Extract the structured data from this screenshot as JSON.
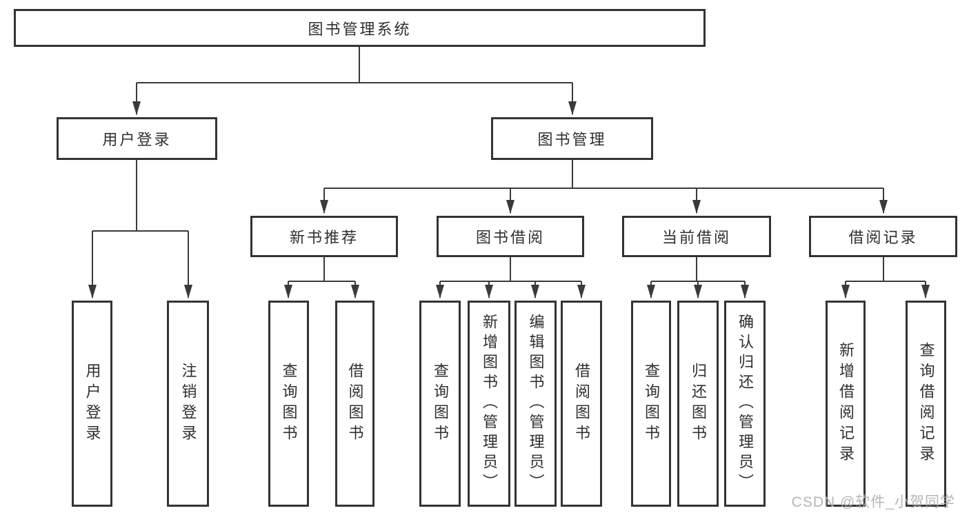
{
  "tree": {
    "label": "图书管理系统",
    "children": [
      {
        "label": "用户登录",
        "children": [
          {
            "label": "用户登录"
          },
          {
            "label": "注销登录"
          }
        ]
      },
      {
        "label": "图书管理",
        "children": [
          {
            "label": "新书推荐",
            "children": [
              {
                "label": "查询图书"
              },
              {
                "label": "借阅图书"
              }
            ]
          },
          {
            "label": "图书借阅",
            "children": [
              {
                "label": "查询图书"
              },
              {
                "label": "新增图书（管理员）"
              },
              {
                "label": "编辑图书（管理员）"
              },
              {
                "label": "借阅图书"
              }
            ]
          },
          {
            "label": "当前借阅",
            "children": [
              {
                "label": "查询图书"
              },
              {
                "label": "归还图书"
              },
              {
                "label": "确认归还（管理员）"
              }
            ]
          },
          {
            "label": "借阅记录",
            "children": [
              {
                "label": "新增借阅记录"
              },
              {
                "label": "查询借阅记录"
              }
            ]
          }
        ]
      }
    ]
  },
  "watermark": {
    "text": "CSDN @软件_小贺同学",
    "color": "#adadad"
  },
  "colors": {
    "background": "#ffffff",
    "box_fill": "#ffffff",
    "box_border": "#333333",
    "line": "#3a3a3a",
    "text": "#2f2f2f"
  }
}
